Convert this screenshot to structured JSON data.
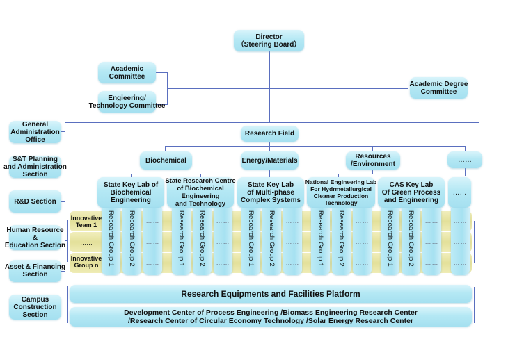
{
  "top": {
    "director": "Director\n（Steering Board）",
    "academic_committee": "Academic\nCommittee",
    "engineering_committee": "Engieering/\nTechnology Committee",
    "academic_degree_committee": "Academic Degree\nCommittee"
  },
  "admin_sections": [
    "General\nAdministration\nOffice",
    "S&T Planning\nand Administration\nSection",
    "R&D Section",
    "Human Resource\n&\nEducation Section",
    "Asset & Financing\nSection",
    "Campus\nConstruction\nSection"
  ],
  "research_field": "Research Field",
  "fields": [
    {
      "name": "Biochemical",
      "labs": [
        "State Key Lab of\nBiochemical\nEngineering",
        "State Research Centre\nof Biochemical\nEngineering\nand Technology"
      ]
    },
    {
      "name": "Energy/Materials",
      "labs": [
        "State Key Lab\nof Multi-phase\nComplex Systems"
      ]
    },
    {
      "name": "Resources\n/Environment",
      "labs": [
        "National Engineering Lab\nFor Hydrmetallurgical\nCleaner Production\nTechnology",
        "CAS Key Lab\nOf Green Process\nand Engineering"
      ]
    },
    {
      "name": "……",
      "labs": [
        "……"
      ]
    }
  ],
  "research_groups": {
    "group1": "Research Group 1",
    "group2": "Research Group 2",
    "ellipsis": "……"
  },
  "innovative_bands": [
    "Innovative\nTeam 1",
    "……",
    "Innovative\nGroup n"
  ],
  "platform": "Research Equipments and Facilities Platform",
  "development_centers": "Development Center of Process Engineering /Biomass Engineering Research Center\n/Research Center of Circular Economy Technology /Solar Energy Research Center",
  "colors": {
    "box_fill": "#b4e8f4",
    "band_fill": "#e3e09a",
    "connector": "#5a6fbf"
  }
}
